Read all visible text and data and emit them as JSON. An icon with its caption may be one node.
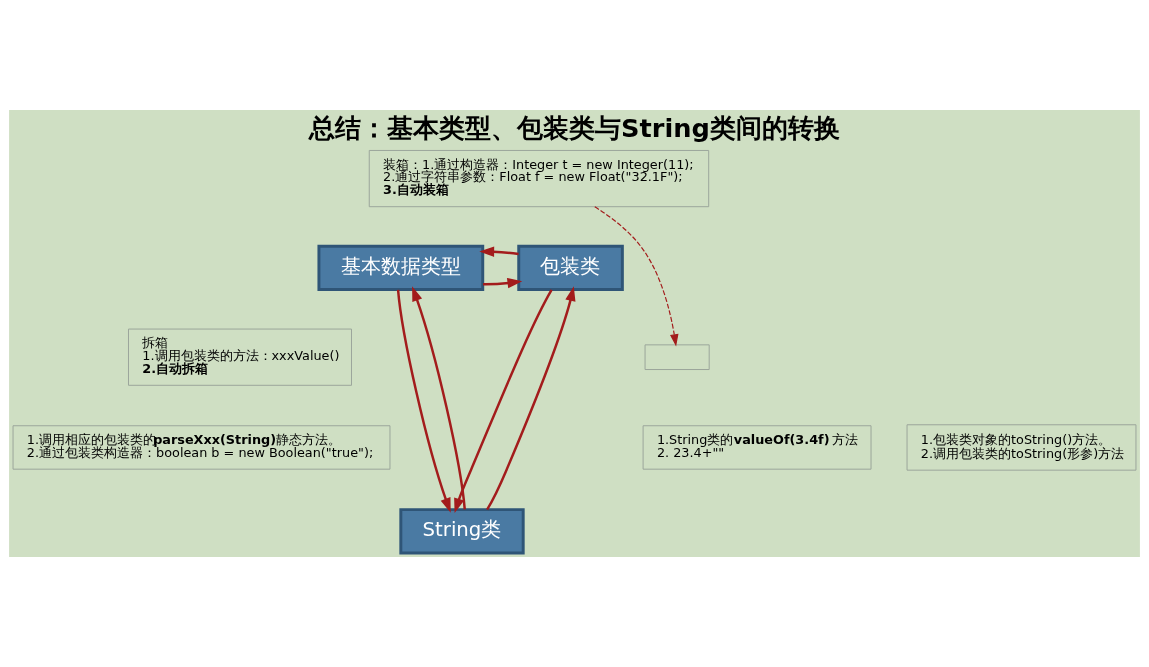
{
  "diagram": {
    "title": "总结：基本类型、包装类与String类间的转换",
    "nodes": [
      {
        "text": [
          "装箱：1.通过构造器：Integer t = new Integer(11);",
          "2.通过字符串参数：Float f = new Float(\"32.1F\");",
          "3.自动装箱"
        ]
      },
      {
        "text": [
          "基本数据类型"
        ]
      },
      {
        "text": [
          "包装类"
        ]
      },
      {
        "text": [
          "拆箱",
          "1.调用包装类的方法：xxxValue()",
          "2.自动拆箱"
        ]
      },
      {
        "text": [],
        "shape": "box"
      },
      {
        "text": [
          "1.调用相应的包装类的**parseXxx(String)**静态方法。",
          "2.通过包装类构造器：boolean b = new Boolean(\"true\");"
        ]
      },
      {
        "text": [
          "1.String类的**valueOf(3.4f)**方法",
          "2. 23.4+\"\""
        ]
      },
      {
        "text": [
          "1.包装类对象的toString()方法。",
          "2.调用包装类的toString(形参)方法"
        ]
      },
      {
        "text": [
          "String类"
        ]
      }
    ],
    "edges": [
      {
        "from": 1,
        "to": 2,
        "arrow": "to"
      },
      {
        "from": 2,
        "to": 1,
        "arrow": "to"
      },
      {
        "from": 8,
        "to": 1,
        "arrow": "to"
      },
      {
        "from": 1,
        "to": 8,
        "arrow": "to"
      },
      {
        "from": 8,
        "to": 2,
        "arrow": "to"
      },
      {
        "from": 2,
        "to": 8,
        "arrow": "to"
      },
      {
        "from": 0,
        "to": 4,
        "arrow": "to",
        "style": "dashed"
      }
    ]
  }
}
